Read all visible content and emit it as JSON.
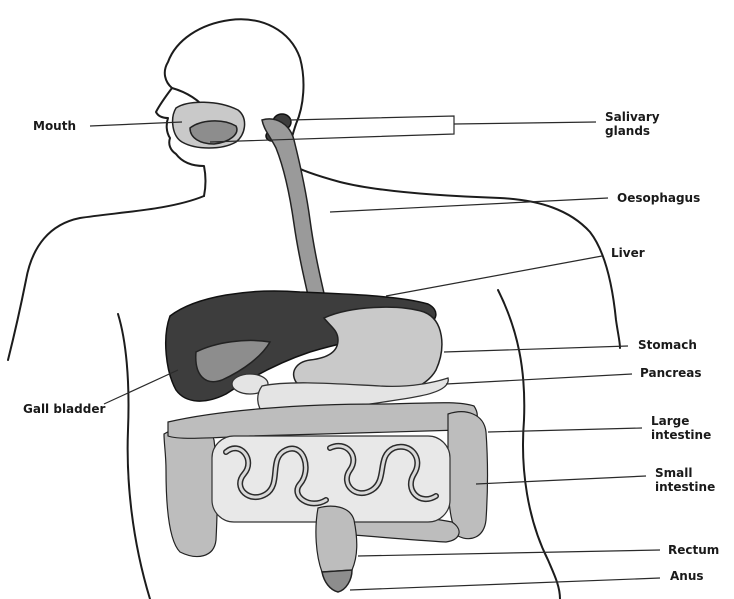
{
  "labels": {
    "mouth": "Mouth",
    "salivary_glands": "Salivary glands",
    "oesophagus": "Oesophagus",
    "liver": "Liver",
    "stomach": "Stomach",
    "pancreas": "Pancreas",
    "gall_bladder": "Gall bladder",
    "large_intestine": "Large intestine",
    "small_intestine": "Small intestine",
    "rectum": "Rectum",
    "anus": "Anus"
  }
}
